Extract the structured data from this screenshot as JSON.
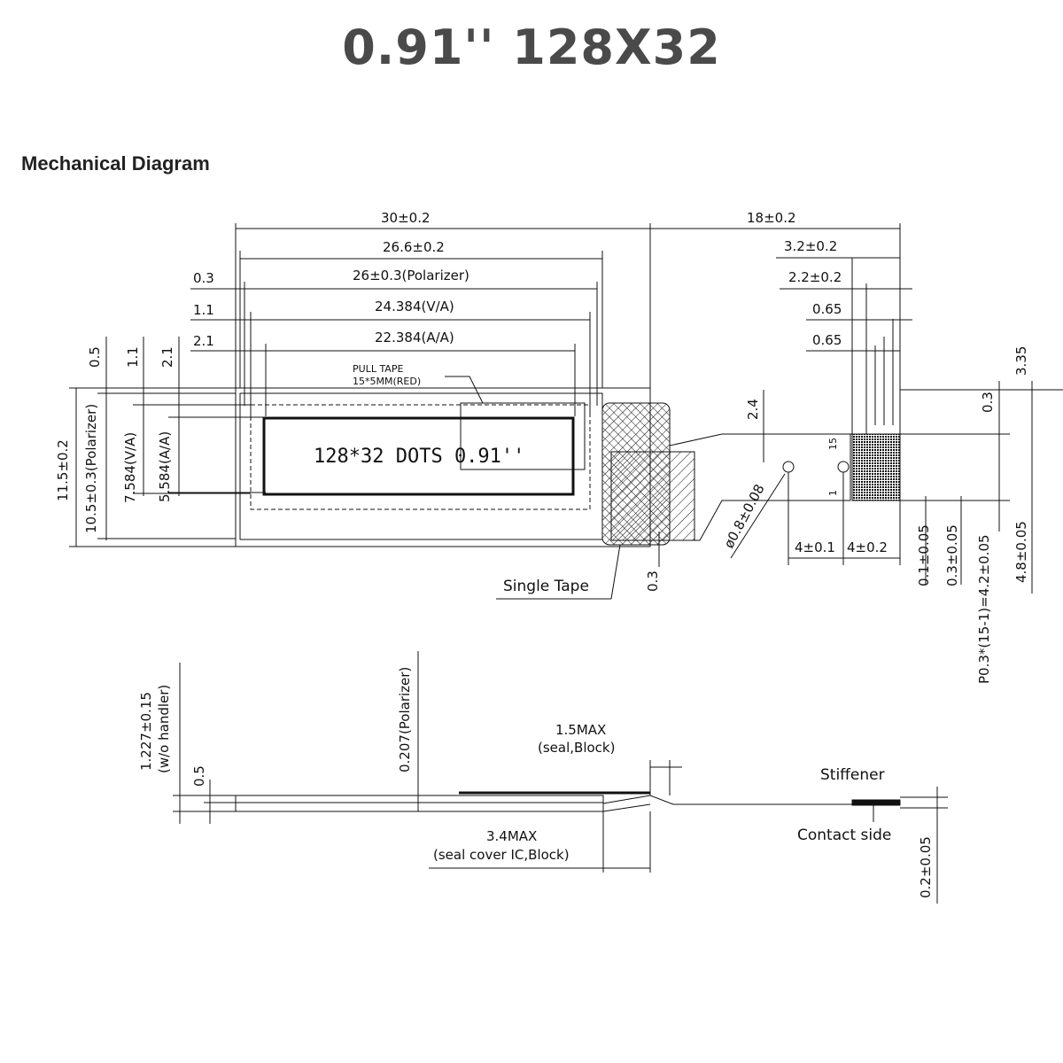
{
  "header": {
    "title": "0.91'' 128X32",
    "subtitle": "Mechanical Diagram"
  },
  "front_view": {
    "dims_top": {
      "overall_width": "30±0.2",
      "glass_width": "26.6±0.2",
      "polarizer_width": "26±0.3(Polarizer)",
      "va_width": "24.384(V/A)",
      "aa_width": "22.384(A/A)",
      "offset_03": "0.3",
      "offset_11": "1.1",
      "offset_21": "2.1"
    },
    "dims_left": {
      "v_05": "0.5",
      "v_11": "1.1",
      "v_21": "2.1",
      "height_total": "11.5±0.2",
      "height_polarizer": "10.5±0.3(Polarizer)",
      "height_va": "7.584(V/A)",
      "height_aa": "5.584(A/A)"
    },
    "pull_tape": [
      "PULL TAPE",
      "15*5MM(RED)"
    ],
    "display_text": "128*32 DOTS 0.91''",
    "single_tape": "Single Tape",
    "bottom_03": "0.3"
  },
  "fpc": {
    "width_total": "18±0.2",
    "d_32": "3.2±0.2",
    "d_22": "2.2±0.2",
    "d_065a": "0.65",
    "d_065b": "0.65",
    "d_24": "2.4",
    "d_335": "3.35",
    "d_03": "0.3",
    "hole": "ø0.8±0.08",
    "d_41": "4±0.1",
    "d_42": "4±0.2",
    "d_01": "0.1±0.05",
    "d_03b": "0.3±0.05",
    "pitch": "P0.3*(15-1)=4.2±0.05",
    "d_48": "4.8±0.05",
    "pin_15": "15",
    "pin_1": "1"
  },
  "side_view": {
    "thickness": [
      "1.227±0.15",
      "(w/o handler)"
    ],
    "d_05": "0.5",
    "polarizer": "0.207(Polarizer)",
    "seal_block": [
      "1.5MAX",
      "(seal,Block)"
    ],
    "seal_cover": [
      "3.4MAX",
      "(seal cover IC,Block)"
    ],
    "stiffener": "Stiffener",
    "contact_side": "Contact  side",
    "d_02": "0.2±0.05"
  }
}
